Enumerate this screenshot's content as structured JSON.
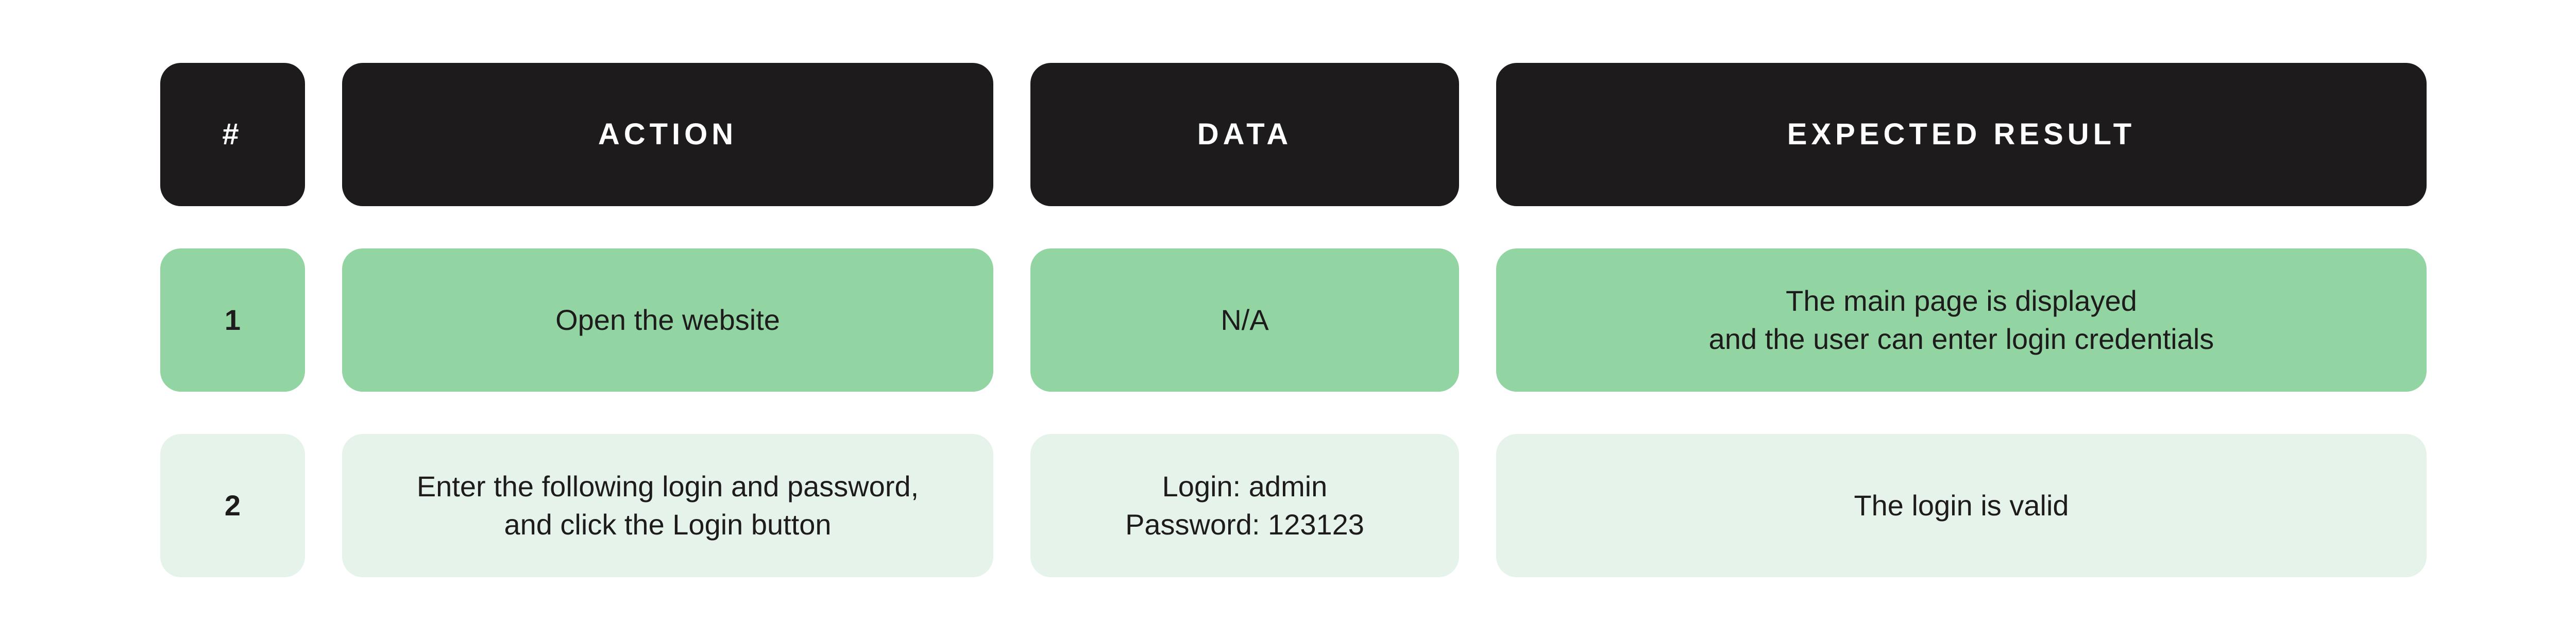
{
  "colors": {
    "page_background": "#ffffff",
    "header_bg": "#1d1b1c",
    "header_text": "#ffffff",
    "row_odd_bg": "#92d5a2",
    "row_even_bg": "#e6f3ea",
    "body_text": "#1d1b1c"
  },
  "table": {
    "columns": [
      {
        "key": "number",
        "label": "#"
      },
      {
        "key": "action",
        "label": "ACTION"
      },
      {
        "key": "data",
        "label": "DATA"
      },
      {
        "key": "expected",
        "label": "EXPECTED RESULT"
      }
    ],
    "rows": [
      {
        "number": "1",
        "action": "Open the website",
        "data": "N/A",
        "expected": "The main page is displayed\nand the user can enter login credentials"
      },
      {
        "number": "2",
        "action": "Enter the following login and password,\nand click the Login button",
        "data": "Login: admin\nPassword: 123123",
        "expected": "The login is valid"
      }
    ]
  }
}
